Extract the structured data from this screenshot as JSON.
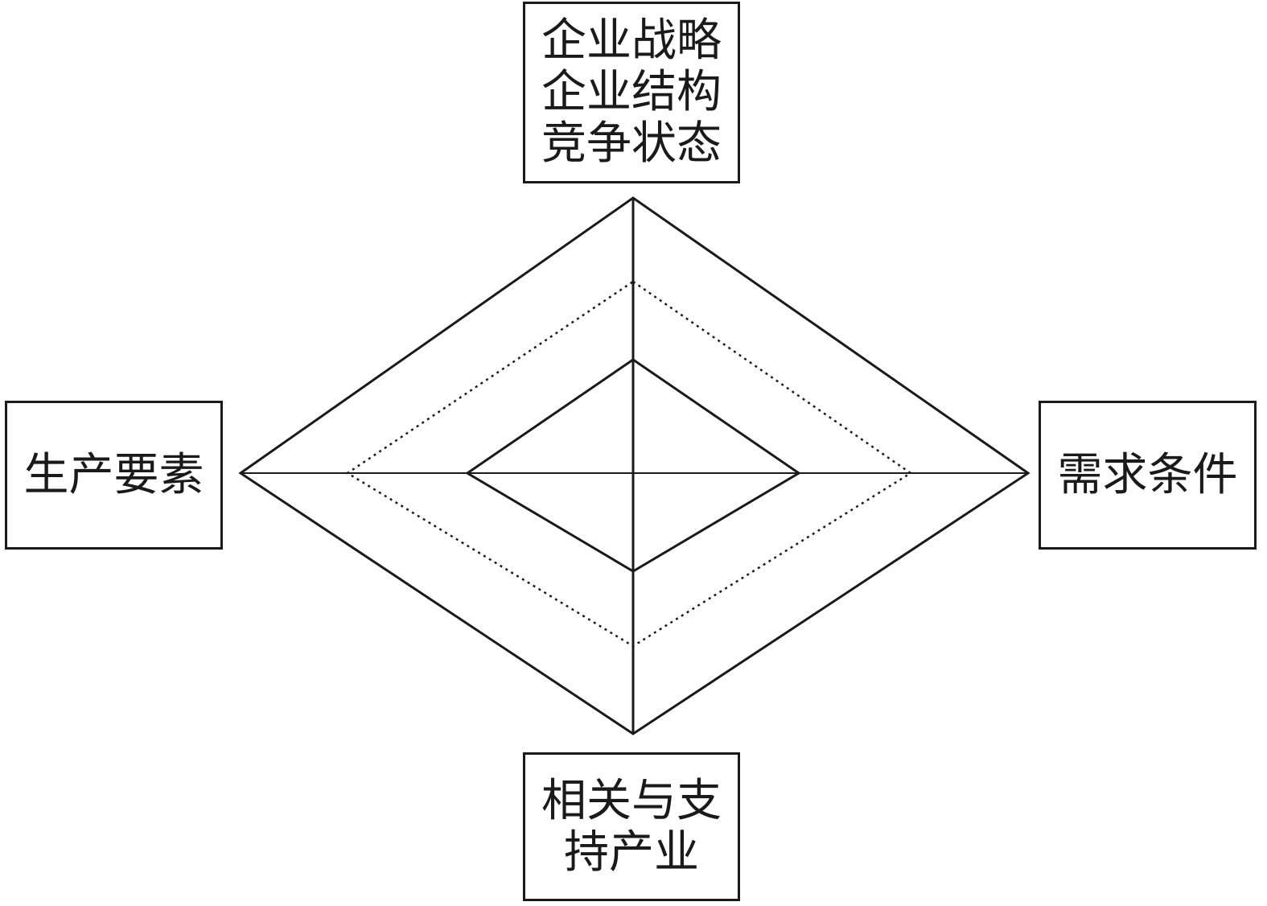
{
  "diagram": {
    "nodes": {
      "top": {
        "lines": [
          "企业战略",
          "企业结构",
          "竞争状态"
        ]
      },
      "left": {
        "lines": [
          "生产要素"
        ]
      },
      "right": {
        "lines": [
          "需求条件"
        ]
      },
      "bottom": {
        "lines": [
          "相关与支",
          "持产业"
        ]
      }
    },
    "colors": {
      "stroke": "#1a1a1a",
      "background": "#ffffff"
    }
  }
}
